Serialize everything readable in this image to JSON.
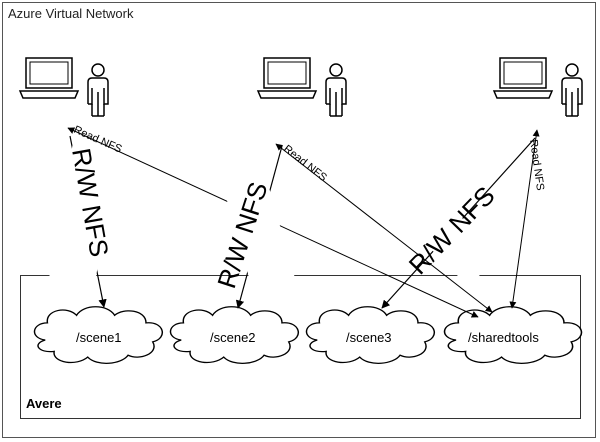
{
  "network": {
    "title": "Azure Virtual Network"
  },
  "avere": {
    "label": "Avere"
  },
  "clouds": [
    {
      "label": "/scene1"
    },
    {
      "label": "/scene2"
    },
    {
      "label": "/scene3"
    },
    {
      "label": "/sharedtools"
    }
  ],
  "clients": [
    {
      "read_label": "Read NFS",
      "rw_label": "R/W NFS",
      "icon": "workstation-user-icon"
    },
    {
      "read_label": "Read NFS",
      "rw_label": "R/W NFS",
      "icon": "workstation-user-icon"
    },
    {
      "read_label": "Read NFS",
      "rw_label": "R/W NFS",
      "icon": "workstation-user-icon"
    }
  ]
}
